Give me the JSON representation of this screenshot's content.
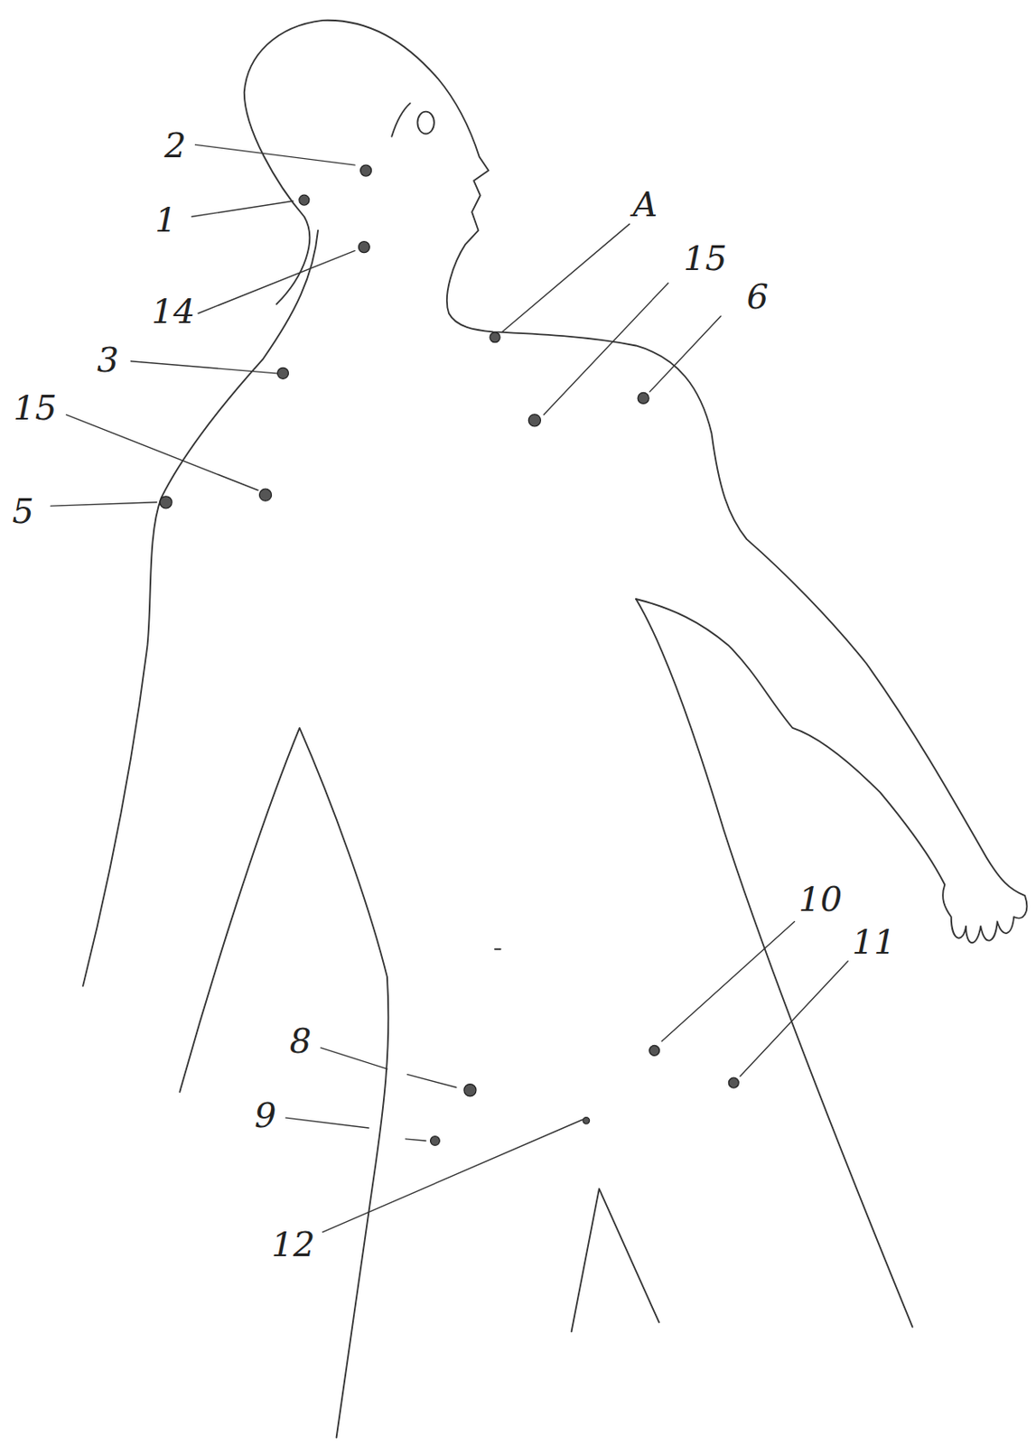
{
  "diagram": {
    "labels": [
      "2",
      "1",
      "14",
      "A",
      "15",
      "6",
      "3",
      "15",
      "5",
      "10",
      "11",
      "8",
      "9",
      "12"
    ]
  }
}
